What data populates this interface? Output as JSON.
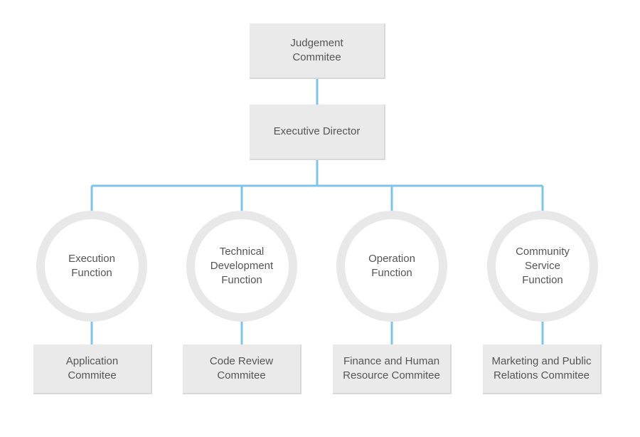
{
  "diagram": {
    "line_color": "#7ec4e8",
    "box_color": "#ebeaeb",
    "circle_ring_color": "#e9e8e9",
    "text_color": "#555555",
    "top": {
      "judgement": "Judgement\nCommitee",
      "director": "Executive Director"
    },
    "functions": [
      {
        "label": "Execution\nFunction",
        "committee": "Application\nCommitee"
      },
      {
        "label": "Technical\nDevelopment\nFunction",
        "committee": "Code Review\nCommitee"
      },
      {
        "label": "Operation\nFunction",
        "committee": "Finance and Human\nResource Commitee"
      },
      {
        "label": "Community\nService\nFunction",
        "committee": "Marketing and Public\nRelations Commitee"
      }
    ]
  }
}
